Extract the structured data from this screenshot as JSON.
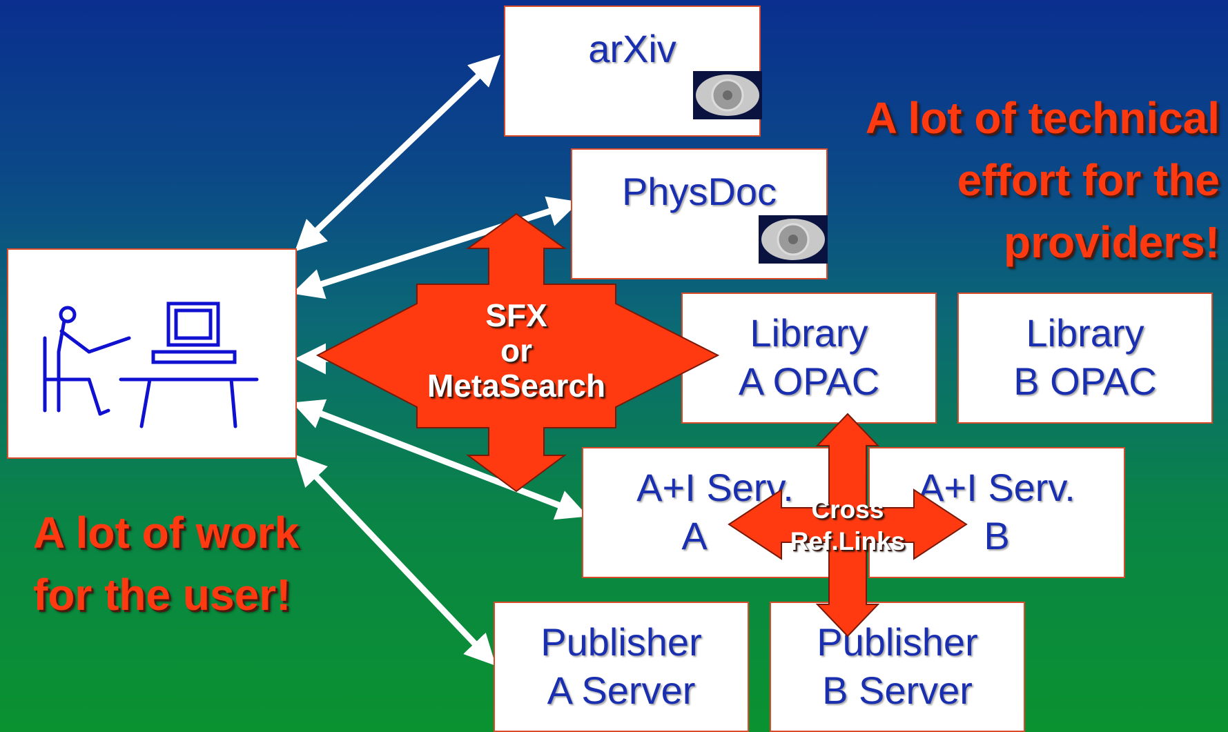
{
  "user_panel": {
    "icon": "user-at-computer-icon"
  },
  "boxes": {
    "arxiv": "arXiv",
    "physdoc": "PhysDoc",
    "library_a_line1": "Library",
    "library_a_line2": "A OPAC",
    "library_b_line1": "Library",
    "library_b_line2": "B OPAC",
    "ai_a_line1": "A+I Serv.",
    "ai_a_line2": "A",
    "ai_b_line1": "A+I Serv.",
    "ai_b_line2": "B",
    "pub_a_line1": "Publisher",
    "pub_a_line2": "A Server",
    "pub_b_line1": "Publisher",
    "pub_b_line2": "B Server"
  },
  "sfx": {
    "line1": "SFX",
    "line2": "or",
    "line3": "MetaSearch"
  },
  "crossref": {
    "line1": "Cross",
    "line2": "Ref.Links"
  },
  "messages": {
    "providers_line1": "A lot of technical",
    "providers_line2": "effort for the",
    "providers_line3": "providers!",
    "user_line1": "A lot of work",
    "user_line2": "for the user!"
  },
  "colors": {
    "accent_red": "#ff3a10",
    "box_text": "#1a2fb0",
    "box_border": "#d84a2a"
  },
  "icons": {
    "harvest": "eye-disc-icon"
  }
}
